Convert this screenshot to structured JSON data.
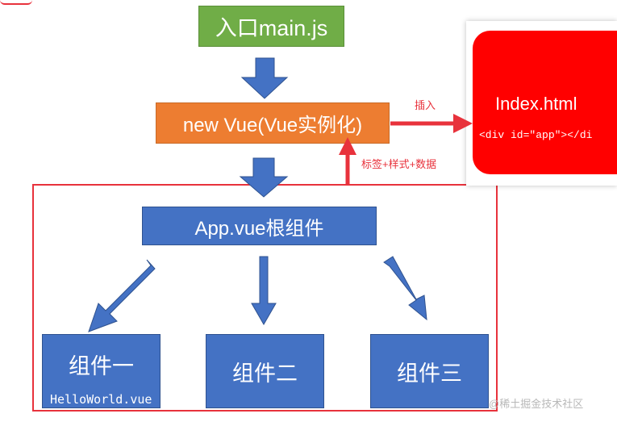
{
  "entry": {
    "label": "入口main.js"
  },
  "vue_instance": {
    "label": "new Vue(Vue实例化)"
  },
  "root_component": {
    "label": "App.vue根组件"
  },
  "components": [
    {
      "label": "组件一",
      "sublabel": "HelloWorld.vue"
    },
    {
      "label": "组件二"
    },
    {
      "label": "组件三"
    }
  ],
  "index_html": {
    "title": "Index.html",
    "code": "<div id=\"app\"></di"
  },
  "edge_labels": {
    "insert": "插入",
    "props": "标签+样式+数据"
  },
  "watermark": "@稀土掘金技术社区",
  "colors": {
    "entry": "#70ad47",
    "vue": "#ed7d31",
    "component": "#4472c4",
    "index": "#ff0000",
    "highlight": "#e8323c"
  }
}
